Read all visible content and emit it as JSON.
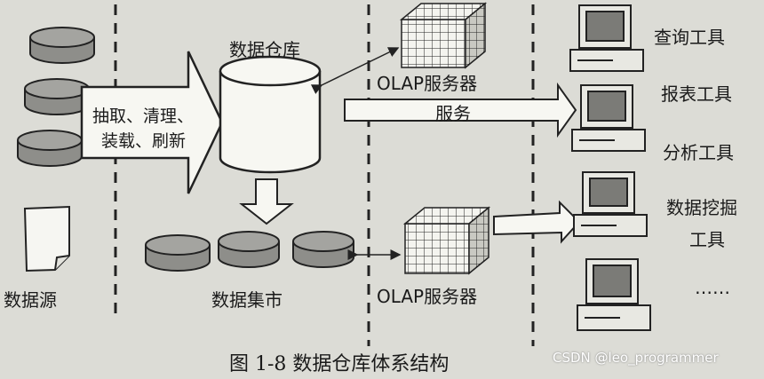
{
  "source_label": "数据源",
  "etl_line1": "抽取、清理、",
  "etl_line2": "装载、刷新",
  "warehouse_label": "数据仓库",
  "datamart_label": "数据集市",
  "olap_top_label": "OLAP服务器",
  "olap_bottom_label": "OLAP服务器",
  "service_label": "服务",
  "tools": [
    "查询工具",
    "报表工具",
    "分析工具",
    "数据挖掘",
    "工具",
    "……"
  ],
  "caption": "图 1-8   数据仓库体系结构",
  "watermark": "CSDN @leo_programmer"
}
